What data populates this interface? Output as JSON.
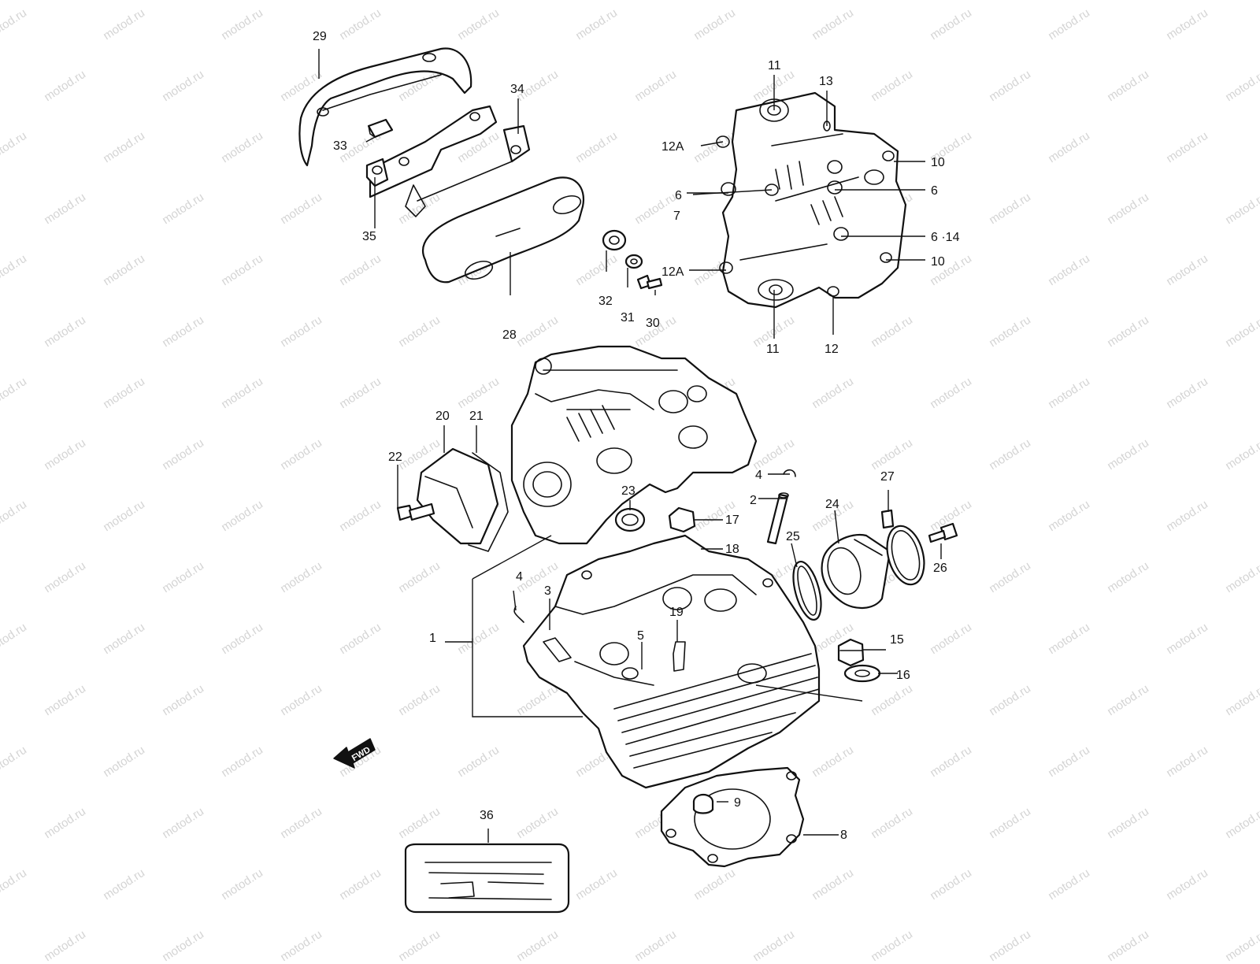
{
  "watermark": {
    "text": "motod.ru"
  },
  "fwd_label": "FWD",
  "labels": {
    "l1": "1",
    "l2": "2",
    "l3": "3",
    "l4a": "4",
    "l4b": "4",
    "l5": "5",
    "l6a": "6",
    "l6b": "6",
    "l6_14": "6 ·14",
    "l7": "7",
    "l8": "8",
    "l9": "9",
    "l10a": "10",
    "l10b": "10",
    "l11a": "11",
    "l11b": "11",
    "l12": "12",
    "l12a_top": "12A",
    "l12a_bot": "12A",
    "l13": "13",
    "l15": "15",
    "l16": "16",
    "l17": "17",
    "l18": "18",
    "l19": "19",
    "l20": "20",
    "l21": "21",
    "l22": "22",
    "l23": "23",
    "l24": "24",
    "l25": "25",
    "l26": "26",
    "l27": "27",
    "l28": "28",
    "l29": "29",
    "l30": "30",
    "l31": "31",
    "l32": "32",
    "l33": "33",
    "l34": "34",
    "l35": "35",
    "l36": "36"
  },
  "colors": {
    "line": "#111111",
    "watermark": "#d4d4d4",
    "background": "#ffffff"
  }
}
